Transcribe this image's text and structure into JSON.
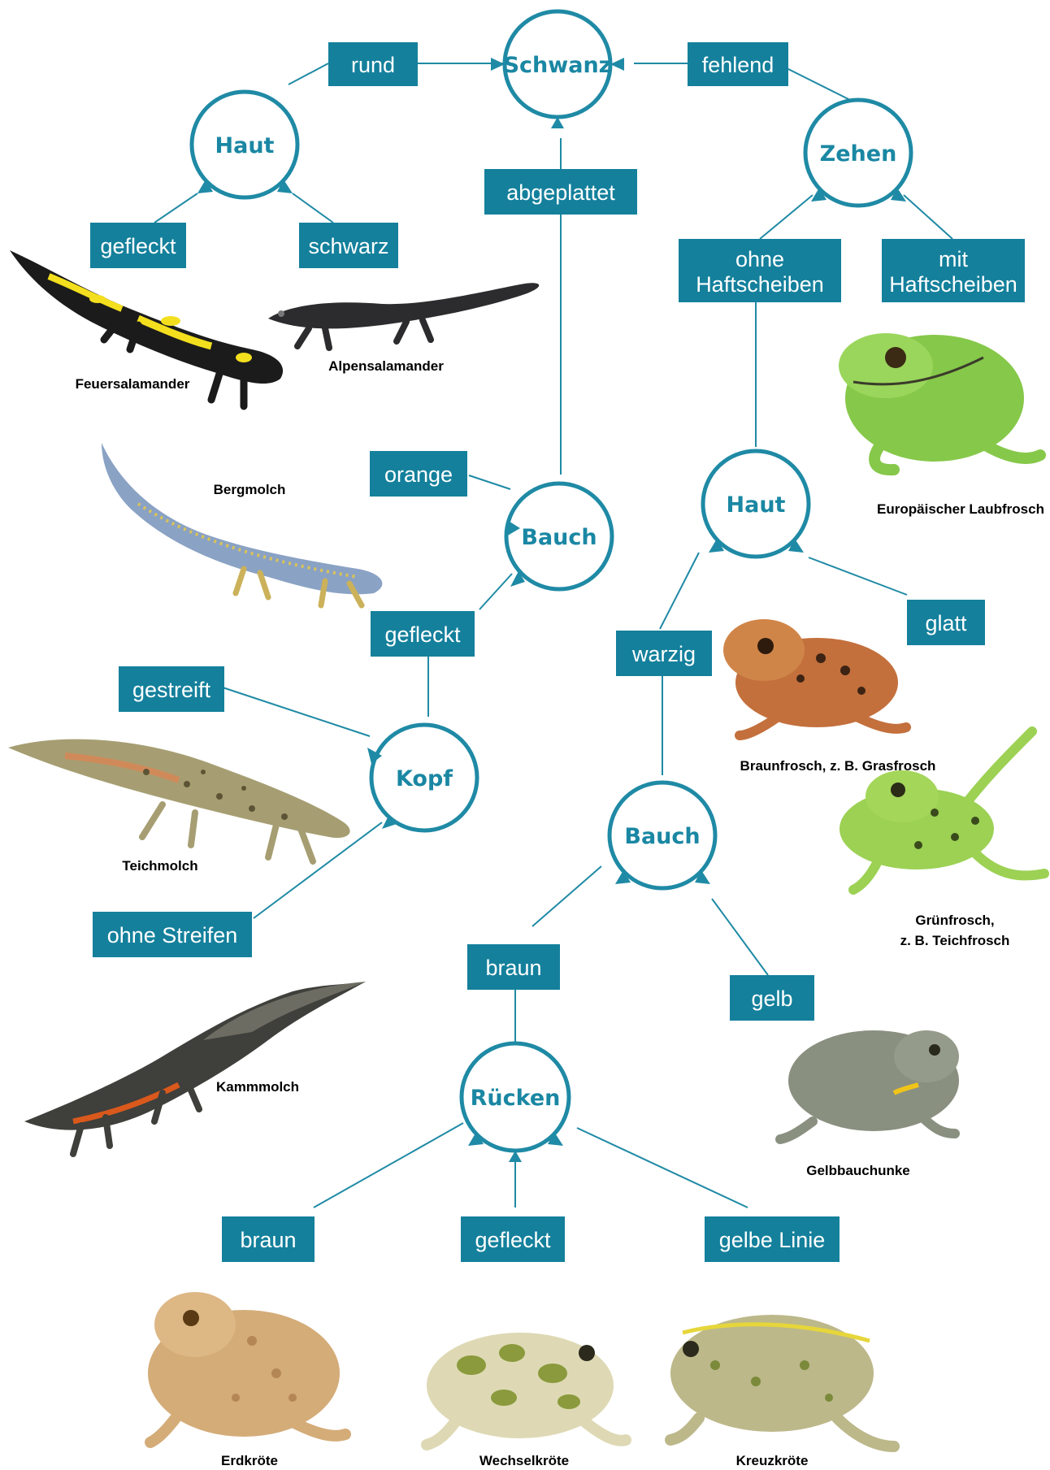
{
  "nodes": {
    "schwanz": "Schwanz",
    "haut_left": "Haut",
    "zehen": "Zehen",
    "bauch_mid": "Bauch",
    "kopf": "Kopf",
    "haut_right": "Haut",
    "bauch_right": "Bauch",
    "ruecken": "Rücken"
  },
  "labels": {
    "rund": "rund",
    "fehlend": "fehlend",
    "abgeplattet": "abgeplattet",
    "gefleckt_haut": "gefleckt",
    "schwarz": "schwarz",
    "ohne_haftscheiben": [
      "ohne",
      "Haftscheiben"
    ],
    "mit_haftscheiben": [
      "mit",
      "Haftscheiben"
    ],
    "orange": "orange",
    "gefleckt_bauch": "gefleckt",
    "gestreift": "gestreift",
    "ohne_streifen": "ohne Streifen",
    "warzig": "warzig",
    "glatt": "glatt",
    "braun_bauch": "braun",
    "gelb": "gelb",
    "braun_ruecken": "braun",
    "gefleckt_ruecken": "gefleckt",
    "gelbe_linie": "gelbe Linie"
  },
  "species": {
    "feuersalamander": "Feuersalamander",
    "alpensalamander": "Alpensalamander",
    "bergmolch": "Bergmolch",
    "teichmolch": "Teichmolch",
    "kammmolch": "Kammmolch",
    "laubfrosch": "Europäischer Laubfrosch",
    "braunfrosch": "Braunfrosch, z. B. Grasfrosch",
    "gruenfrosch": [
      "Grünfrosch,",
      "z. B. Teichfrosch"
    ],
    "gelbbauchunke": "Gelbbauchunke",
    "erdkroete": "Erdkröte",
    "wechselkroete": "Wechselkröte",
    "kreuzkroete": "Kreuzkröte"
  },
  "colors": {
    "teal": "#14809c",
    "outline": "#1f8aa5"
  }
}
